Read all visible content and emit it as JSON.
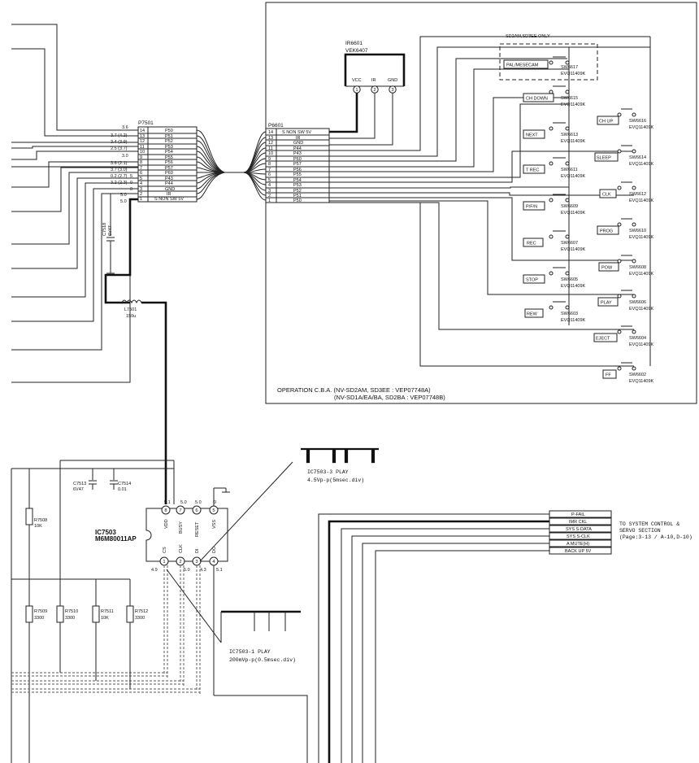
{
  "connector_p7501": {
    "ref": "P7501",
    "pins": [
      {
        "n": "14",
        "name": "P50",
        "v": "3.6"
      },
      {
        "n": "13",
        "name": "P51",
        "v": "3.7 (4.2)"
      },
      {
        "n": "12",
        "name": "P52",
        "v": "3.4 (3.9)"
      },
      {
        "n": "11",
        "name": "P53",
        "v": "2.5 (3.7)"
      },
      {
        "n": "10",
        "name": "P54",
        "v": "3.0"
      },
      {
        "n": "9",
        "name": "P55",
        "v": "3.6 (2.1)"
      },
      {
        "n": "8",
        "name": "P56",
        "v": "3.7 (3.0)"
      },
      {
        "n": "7",
        "name": "P57",
        "v": "0.2 (2.7)"
      },
      {
        "n": "6",
        "name": "P60",
        "v": "3.2 (2.3)"
      },
      {
        "n": "5",
        "name": "P43",
        "v": "0"
      },
      {
        "n": "4",
        "name": "P44",
        "v": "5"
      },
      {
        "n": "3",
        "name": "GND",
        "v": "0"
      },
      {
        "n": "2",
        "name": "IR",
        "v": "5.0"
      },
      {
        "n": "1",
        "name": "S NON SW 5V",
        "v": "5.0"
      }
    ]
  },
  "connector_p6601": {
    "ref": "P6601",
    "pins": [
      {
        "n": "14",
        "name": "S NON SW 5V"
      },
      {
        "n": "13",
        "name": "IR"
      },
      {
        "n": "12",
        "name": "GND"
      },
      {
        "n": "11",
        "name": "P44"
      },
      {
        "n": "10",
        "name": "P43"
      },
      {
        "n": "9",
        "name": "P60"
      },
      {
        "n": "8",
        "name": "P57"
      },
      {
        "n": "7",
        "name": "P56"
      },
      {
        "n": "6",
        "name": "P55"
      },
      {
        "n": "5",
        "name": "P54"
      },
      {
        "n": "4",
        "name": "P53"
      },
      {
        "n": "3",
        "name": "P52"
      },
      {
        "n": "2",
        "name": "P51"
      },
      {
        "n": "1",
        "name": "P50"
      }
    ]
  },
  "ir_sensor": {
    "ref": "IR6601",
    "part": "VEK6407",
    "pins": [
      "VCC",
      "IR",
      "GND"
    ],
    "nums": [
      "1",
      "2",
      "3"
    ]
  },
  "only_note": "SD2AM,SD3EE ONLY",
  "switches": [
    {
      "key": "PAL/MESECAM",
      "sw": "SW6617",
      "part": "EVQ11409K"
    },
    {
      "key": "CH DOWN",
      "sw": "SW6615",
      "part": "EVQ11409K"
    },
    {
      "key": "CH UP",
      "sw": "SW6616",
      "part": "EVQ11409K"
    },
    {
      "key": "NEXT",
      "sw": "SW6613",
      "part": "EVQ11409K"
    },
    {
      "key": "SLEEP",
      "sw": "SW6614",
      "part": "EVQ11409K"
    },
    {
      "key": "T REC",
      "sw": "SW6611",
      "part": "EVQ11409K"
    },
    {
      "key": "CLK",
      "sw": "SW6612",
      "part": "EVQ11409K"
    },
    {
      "key": "P/F/N",
      "sw": "SW6609",
      "part": "EVQ11409K"
    },
    {
      "key": "PROG",
      "sw": "SW6610",
      "part": "EVQ11409K"
    },
    {
      "key": "REC",
      "sw": "SW6607",
      "part": "EVQ11409K"
    },
    {
      "key": "POW",
      "sw": "SW6608",
      "part": "EVQ11409K"
    },
    {
      "key": "STOP",
      "sw": "SW6605",
      "part": "EVQ11409K"
    },
    {
      "key": "PLAY",
      "sw": "SW6606",
      "part": "EVQ11409K"
    },
    {
      "key": "REW",
      "sw": "SW6603",
      "part": "EVQ11409K"
    },
    {
      "key": "EJECT",
      "sw": "SW6604",
      "part": "EVQ11409K"
    },
    {
      "key": "FF",
      "sw": "SW6602",
      "part": "EVQ11409K"
    }
  ],
  "board_caption_1": "OPERATION C.B.A. (NV-SD2AM, SD3EE : VEP07748A)",
  "board_caption_2": "(NV-SD1A/EA/BA, SD2BA : VEP07748B)",
  "c7518": {
    "ref": "C7518",
    "val": "6V47"
  },
  "l7501": {
    "ref": "L7501",
    "val": "150u"
  },
  "c7513": {
    "ref": "C7513",
    "val": "6V47"
  },
  "c7514": {
    "ref": "C7514",
    "val": "0.01"
  },
  "ic7503": {
    "ref": "IC7503",
    "part": "M6M80011AP",
    "top_pins": [
      {
        "n": "8",
        "name": "VDD",
        "v": "5.1"
      },
      {
        "n": "7",
        "name": "BUSY",
        "v": "5.0"
      },
      {
        "n": "6",
        "name": "RESET",
        "v": "5.0"
      },
      {
        "n": "5",
        "name": "VSS",
        "v": "0"
      }
    ],
    "bottom_pins": [
      {
        "n": "1",
        "name": "CS",
        "v": "4.9"
      },
      {
        "n": "2",
        "name": "CLK",
        "v": "5.0"
      },
      {
        "n": "3",
        "name": "DI",
        "v": "4.3"
      },
      {
        "n": "4",
        "name": "DO",
        "v": "5.1"
      }
    ]
  },
  "resistors": [
    {
      "ref": "R7508",
      "val": "10K"
    },
    {
      "ref": "R7509",
      "val": "3300"
    },
    {
      "ref": "R7510",
      "val": "3300"
    },
    {
      "ref": "R7511",
      "val": "10K"
    },
    {
      "ref": "R7512",
      "val": "3300"
    }
  ],
  "waveform_3": {
    "title": "IC7503-3 PLAY",
    "spec": "4.5Vp-p(5msec.div)"
  },
  "waveform_1": {
    "title": "IC7503-1 PLAY",
    "spec": "200mVp-p(0.5msec.div)"
  },
  "signals": [
    "P-FAIL",
    "IMR CKL",
    "SYS S-DATA",
    "SYS S-CLK",
    "A MUTE(H)",
    "BACK UP 5V"
  ],
  "to_section": {
    "line1": "TO SYSTEM CONTROL &",
    "line2": "SERVO SECTION",
    "line3": "(Page:3-13 / A-10,D-10)"
  }
}
